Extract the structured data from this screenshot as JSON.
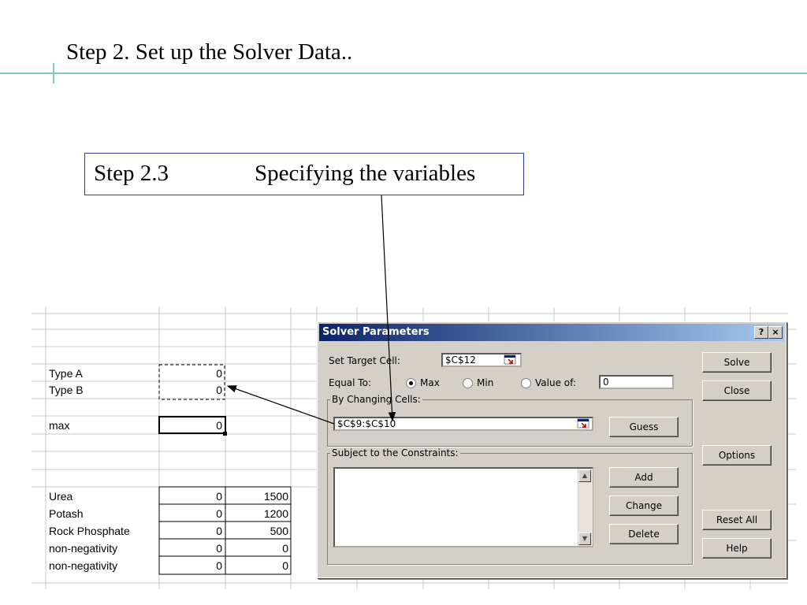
{
  "slide": {
    "title": "Step 2. Set up the Solver Data..",
    "callout_step": "Step 2.3",
    "callout_desc": "Specifying the variables"
  },
  "sheet": {
    "rows": [
      {
        "label": "Type A",
        "value": "0",
        "extra": ""
      },
      {
        "label": "Type B",
        "value": "0",
        "extra": ""
      },
      {
        "label": "max",
        "value": "0",
        "extra": ""
      },
      {
        "label": "Urea",
        "value": "0",
        "extra": "1500"
      },
      {
        "label": "Potash",
        "value": "0",
        "extra": "1200"
      },
      {
        "label": "Rock Phosphate",
        "value": "0",
        "extra": "500"
      },
      {
        "label": "non-negativity",
        "value": "0",
        "extra": "0"
      },
      {
        "label": "non-negativity",
        "value": "0",
        "extra": "0"
      }
    ]
  },
  "dialog": {
    "title": "Solver Parameters",
    "help_btn": "?",
    "close_btn": "×",
    "target_label": "Set Target Cell:",
    "target_value": "$C$12",
    "equal_to_label": "Equal To:",
    "opt_max": "Max",
    "opt_min": "Min",
    "opt_value": "Value of:",
    "value_of": "0",
    "changing_label": "By Changing Cells:",
    "changing_value": "$C$9:$C$10",
    "constraints_label": "Subject to the Constraints:",
    "buttons": {
      "solve": "Solve",
      "close": "Close",
      "guess": "Guess",
      "options": "Options",
      "add": "Add",
      "change": "Change",
      "delete": "Delete",
      "reset_all": "Reset All",
      "help": "Help"
    },
    "selected_option": "Max"
  }
}
